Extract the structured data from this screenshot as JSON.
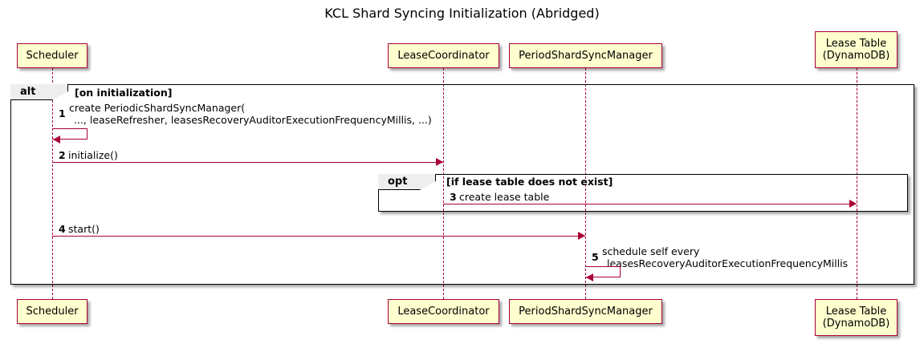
{
  "diagram": {
    "title": "KCL Shard Syncing Initialization (Abridged)",
    "type": "uml-sequence-diagram",
    "colors": {
      "participant_fill": "#FEFECE",
      "participant_border": "#A80036",
      "arrow": "#A80036",
      "frame_border": "#000000",
      "frame_tab_fill": "#EEEEEE",
      "background": "#FFFFFF"
    }
  },
  "participants": [
    {
      "id": "scheduler",
      "label": "Scheduler"
    },
    {
      "id": "lease_coordinator",
      "label": "LeaseCoordinator"
    },
    {
      "id": "period_shard_sync_manager",
      "label": "PeriodShardSyncManager"
    },
    {
      "id": "lease_table",
      "label": "Lease Table\n(DynamoDB)"
    }
  ],
  "frames": [
    {
      "id": "alt",
      "kind": "alt",
      "condition": "[on initialization]"
    },
    {
      "id": "opt",
      "kind": "opt",
      "condition": "[if lease table does not exist]"
    }
  ],
  "messages": [
    {
      "number": "1",
      "from": "scheduler",
      "to": "scheduler",
      "self": true,
      "line1": "create PeriodicShardSyncManager(",
      "line2": "..., leaseRefresher, leasesRecoveryAuditorExecutionFrequencyMillis, ...)"
    },
    {
      "number": "2",
      "from": "scheduler",
      "to": "lease_coordinator",
      "self": false,
      "line1": "initialize()",
      "line2": ""
    },
    {
      "number": "3",
      "from": "lease_coordinator",
      "to": "lease_table",
      "self": false,
      "line1": "create lease table",
      "line2": ""
    },
    {
      "number": "4",
      "from": "scheduler",
      "to": "period_shard_sync_manager",
      "self": false,
      "line1": "start()",
      "line2": ""
    },
    {
      "number": "5",
      "from": "period_shard_sync_manager",
      "to": "period_shard_sync_manager",
      "self": true,
      "line1": "schedule self every",
      "line2": "leasesRecoveryAuditorExecutionFrequencyMillis"
    }
  ]
}
